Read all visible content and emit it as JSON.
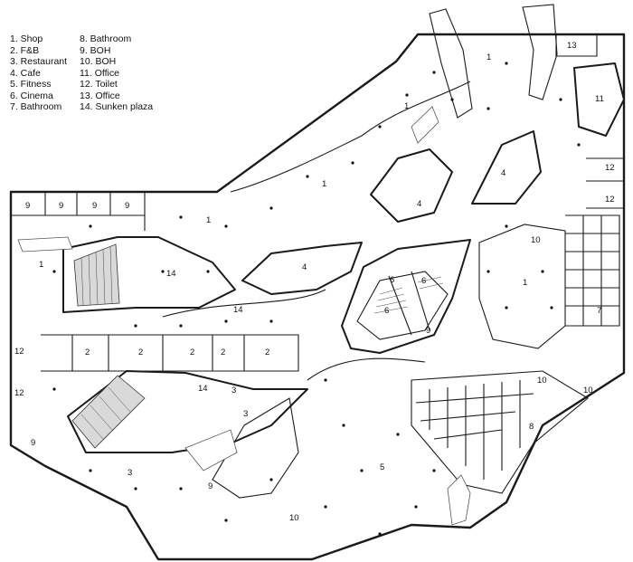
{
  "legend": [
    {
      "key": "1",
      "text": "1. Shop"
    },
    {
      "key": "2",
      "text": "2. F&B"
    },
    {
      "key": "3",
      "text": "3. Restaurant"
    },
    {
      "key": "4",
      "text": "4. Cafe"
    },
    {
      "key": "5",
      "text": "5. Fitness"
    },
    {
      "key": "6",
      "text": "6. Cinema"
    },
    {
      "key": "7",
      "text": "7. Bathroom"
    },
    {
      "key": "8",
      "text": "8. Bathroom"
    },
    {
      "key": "9",
      "text": "9. BOH"
    },
    {
      "key": "10",
      "text": "10. BOH"
    },
    {
      "key": "11",
      "text": "11. Office"
    },
    {
      "key": "12",
      "text": "12. Toilet"
    },
    {
      "key": "13",
      "text": "13. Office"
    },
    {
      "key": "14",
      "text": "14. Sunken plaza"
    }
  ],
  "room_labels": [
    "1",
    "1",
    "1",
    "1",
    "1",
    "1",
    "2",
    "2",
    "2",
    "2",
    "2",
    "3",
    "3",
    "3",
    "4",
    "4",
    "4",
    "5",
    "6",
    "6",
    "6",
    "7",
    "8",
    "9",
    "9",
    "9",
    "9",
    "9",
    "9",
    "9",
    "10",
    "10",
    "10",
    "10",
    "11",
    "12",
    "12",
    "12",
    "12",
    "13",
    "14",
    "14",
    "14"
  ]
}
